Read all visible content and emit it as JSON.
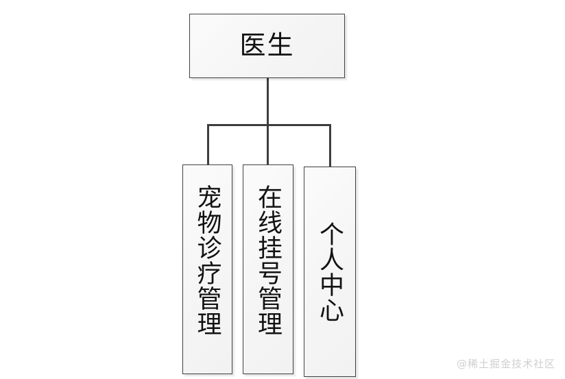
{
  "diagram": {
    "type": "tree",
    "orientation": "top-down",
    "root": {
      "label": "医生",
      "id": "doctor"
    },
    "children": [
      {
        "id": "pet-diagnosis-management",
        "label": "宠物诊疗管理"
      },
      {
        "id": "online-registration-management",
        "label": "在线挂号管理"
      },
      {
        "id": "personal-center",
        "label": "个人中心"
      }
    ],
    "colors": {
      "background": "#ffffff",
      "box_fill": "#f5f5f5",
      "box_border": "#404040",
      "connector": "#3d3d3d",
      "text": "#121212",
      "watermark": "#cfcfcf"
    }
  },
  "watermark": {
    "text": "@稀土掘金技术社区"
  }
}
